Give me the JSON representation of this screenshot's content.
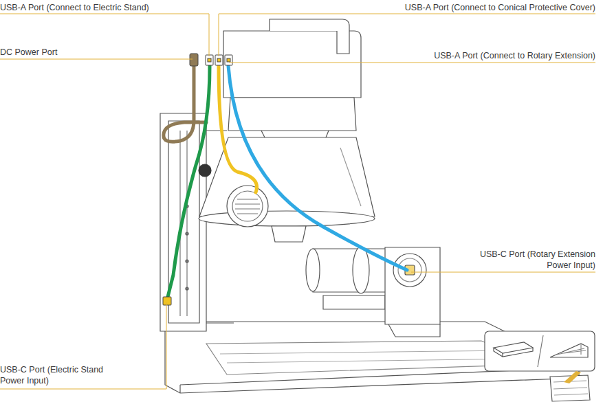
{
  "diagram": {
    "labels": [
      "USB-A Port (Connect to Electric Stand)",
      "USB-A Port (Connect to Conical Protective Cover)",
      "DC Power Port",
      "USB-A Port (Connect to Rotary Extension)",
      "USB-C Port (Rotary Extension Power Input)",
      "USB-C Port (Electric Stand Power Input)"
    ]
  }
}
